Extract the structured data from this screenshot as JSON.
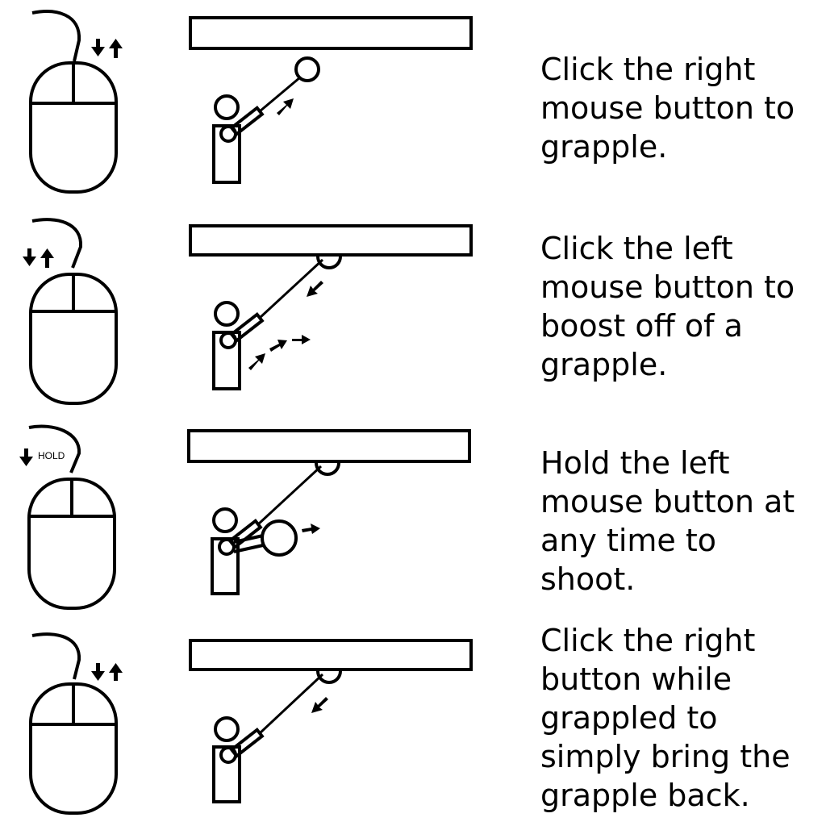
{
  "colors": {
    "ink": "#000000",
    "background": "#ffffff"
  },
  "steps": [
    {
      "caption": "Click the right mouse button to grapple.",
      "mouse_button": "right",
      "action": "click",
      "icons": [
        "mouse-icon",
        "arrow-down-icon",
        "arrow-up-icon",
        "player-icon",
        "grapple-icon",
        "ceiling-bar-icon"
      ]
    },
    {
      "caption": "Click the left mouse button to boost off of a grapple.",
      "mouse_button": "left",
      "action": "click",
      "icons": [
        "mouse-icon",
        "arrow-down-icon",
        "arrow-up-icon",
        "player-icon",
        "grapple-icon",
        "ceiling-bar-icon",
        "boost-arrow-icon"
      ]
    },
    {
      "caption": "Hold the left mouse button at any time to shoot.",
      "mouse_button": "left",
      "action": "hold",
      "hold_label": "HOLD",
      "icons": [
        "mouse-icon",
        "arrow-down-icon",
        "player-icon",
        "grapple-icon",
        "ceiling-bar-icon",
        "projectile-icon"
      ]
    },
    {
      "caption": "Click the right button while grappled to simply bring the grapple back.",
      "mouse_button": "right",
      "action": "click",
      "icons": [
        "mouse-icon",
        "arrow-down-icon",
        "arrow-up-icon",
        "player-icon",
        "grapple-icon",
        "ceiling-bar-icon",
        "retract-arrow-icon"
      ]
    }
  ]
}
